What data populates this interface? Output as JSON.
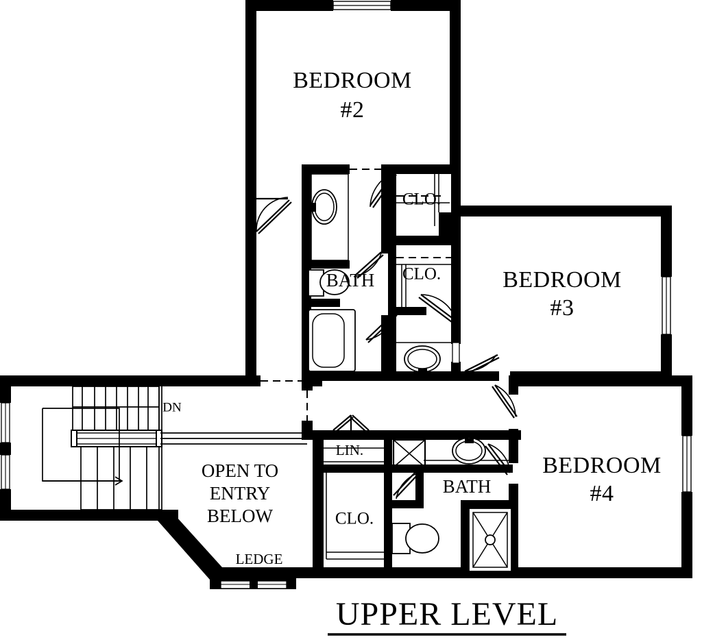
{
  "document": {
    "title": "UPPER LEVEL",
    "type": "architectural-floor-plan",
    "level": "Upper Level",
    "line_color": "#000000",
    "background_color": "#ffffff"
  },
  "rooms": [
    {
      "id": "bedroom2",
      "name": "BEDROOM",
      "number": "#2",
      "label_line1": "BEDROOM",
      "label_line2": "#2"
    },
    {
      "id": "bedroom3",
      "name": "BEDROOM",
      "number": "#3",
      "label_line1": "BEDROOM",
      "label_line2": "#3"
    },
    {
      "id": "bedroom4",
      "name": "BEDROOM",
      "number": "#4",
      "label_line1": "BEDROOM",
      "label_line2": "#4"
    },
    {
      "id": "bath_upper",
      "name": "BATH",
      "label_line1": "BATH"
    },
    {
      "id": "bath_lower",
      "name": "BATH",
      "label_line1": "BATH"
    },
    {
      "id": "closet_top",
      "name": "CLO.",
      "label_line1": "CLO."
    },
    {
      "id": "closet_mid",
      "name": "CLO.",
      "label_line1": "CLO."
    },
    {
      "id": "closet_lower",
      "name": "CLO.",
      "label_line1": "CLO."
    },
    {
      "id": "linen",
      "name": "LIN.",
      "label_line1": "LIN."
    }
  ],
  "annotations": {
    "stair_direction": "DN",
    "open_area_line1": "OPEN TO",
    "open_area_line2": "ENTRY",
    "open_area_line3": "BELOW",
    "ledge": "LEDGE"
  },
  "fixtures": [
    {
      "id": "vanity-sink-upper-bath",
      "name": "sink-oval",
      "room": "bath_upper"
    },
    {
      "id": "toilet-upper-bath",
      "name": "toilet",
      "room": "bath_upper"
    },
    {
      "id": "bathtub-upper-bath",
      "name": "bathtub",
      "room": "bath_upper"
    },
    {
      "id": "toilet-hall-bath",
      "name": "toilet",
      "room": "bath_upper"
    },
    {
      "id": "vanity-sink-lower-bath",
      "name": "sink-oval",
      "room": "bath_lower"
    },
    {
      "id": "shower-lower-bath",
      "name": "shower-stall",
      "room": "bath_lower"
    },
    {
      "id": "toilet-lower",
      "name": "toilet",
      "room": "closet_lower"
    },
    {
      "id": "stairs",
      "name": "staircase-switchback",
      "room": "stair_hall"
    },
    {
      "id": "chase-box",
      "name": "duct-chase",
      "room": "hall"
    }
  ],
  "openings": {
    "windows": [
      {
        "id": "window-bedroom2-north",
        "wall": "north",
        "room": "bedroom2"
      },
      {
        "id": "window-bedroom3-east",
        "wall": "east",
        "room": "bedroom3"
      },
      {
        "id": "window-bedroom4-east",
        "wall": "east",
        "room": "bedroom4"
      },
      {
        "id": "window-stairhall-west-upper",
        "wall": "west",
        "room": "stair_hall"
      },
      {
        "id": "window-stairhall-west-lower",
        "wall": "west",
        "room": "stair_hall"
      },
      {
        "id": "window-ledge-bay-south",
        "wall": "south",
        "room": "ledge_bay"
      }
    ],
    "doors": [
      {
        "id": "door-bedroom2",
        "room": "bedroom2",
        "swing": "in"
      },
      {
        "id": "door-bath-upper",
        "room": "bath_upper",
        "swing": "in"
      },
      {
        "id": "door-closet-top",
        "room": "closet_top",
        "swing": "in"
      },
      {
        "id": "door-closet-mid",
        "room": "closet_mid",
        "swing": "in"
      },
      {
        "id": "door-bedroom3",
        "room": "bedroom3",
        "swing": "in"
      },
      {
        "id": "door-hall-bath",
        "room": "bath_upper",
        "swing": "in"
      },
      {
        "id": "door-bedroom4",
        "room": "bedroom4",
        "swing": "in"
      },
      {
        "id": "door-bath-lower",
        "room": "bath_lower",
        "swing": "in"
      },
      {
        "id": "door-closet-lower",
        "room": "closet_lower",
        "swing": "in"
      },
      {
        "id": "door-linen-bifold",
        "room": "linen",
        "swing": "bifold"
      }
    ],
    "cased_openings": [
      {
        "id": "opening-hall-north",
        "style": "dashed"
      },
      {
        "id": "opening-closet-lower-west",
        "style": "dashed"
      },
      {
        "id": "opening-closet-top-shelf",
        "style": "dashed"
      },
      {
        "id": "opening-closet-mid-shelf",
        "style": "dashed"
      }
    ]
  }
}
